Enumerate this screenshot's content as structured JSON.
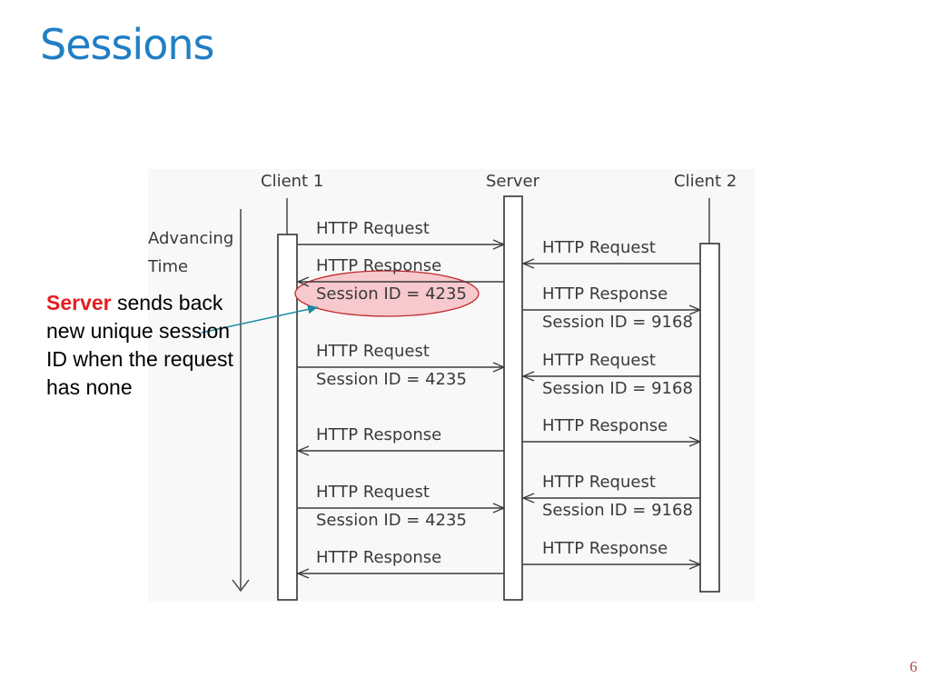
{
  "title": "Sessions",
  "callout": {
    "highlight": "Server",
    "rest": " sends back new unique session ID when the request has none"
  },
  "page_number": "6",
  "diagram": {
    "participants": [
      "Client 1",
      "Server",
      "Client 2"
    ],
    "time_label_1": "Advancing",
    "time_label_2": "Time",
    "left_messages": [
      {
        "line1": "HTTP Request",
        "line2": "",
        "direction": "to-server"
      },
      {
        "line1": "HTTP Response",
        "line2": "Session ID = 4235",
        "direction": "to-client",
        "highlighted": true
      },
      {
        "line1": "HTTP Request",
        "line2": "Session ID = 4235",
        "direction": "to-server"
      },
      {
        "line1": "HTTP Response",
        "line2": "",
        "direction": "to-client"
      },
      {
        "line1": "HTTP Request",
        "line2": "Session ID = 4235",
        "direction": "to-server"
      },
      {
        "line1": "HTTP Response",
        "line2": "",
        "direction": "to-client"
      }
    ],
    "right_messages": [
      {
        "line1": "HTTP Request",
        "line2": "",
        "direction": "to-server"
      },
      {
        "line1": "HTTP Response",
        "line2": "Session ID = 9168",
        "direction": "to-client"
      },
      {
        "line1": "HTTP Request",
        "line2": "Session ID = 9168",
        "direction": "to-server"
      },
      {
        "line1": "HTTP Response",
        "line2": "",
        "direction": "to-client"
      },
      {
        "line1": "HTTP Request",
        "line2": "Session ID = 9168",
        "direction": "to-server"
      },
      {
        "line1": "HTTP Response",
        "line2": "",
        "direction": "to-client"
      }
    ],
    "colors": {
      "highlight_fill": "#f7c9cc",
      "highlight_stroke": "#c0282c",
      "callout_arrow": "#1a8aa0",
      "panel_bg": "#f8f8f8"
    }
  }
}
